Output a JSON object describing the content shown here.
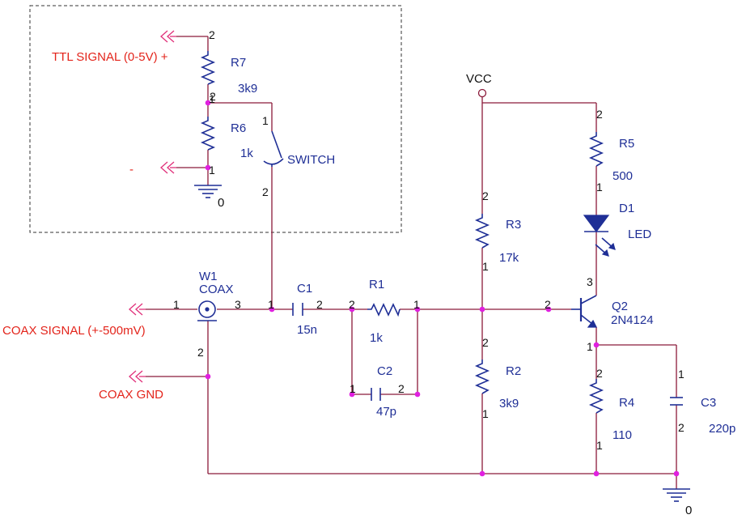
{
  "colors": {
    "wire": "#8b1a3a",
    "component": "#1f2f96",
    "signal_label": "#e3241b",
    "junction": "#e020e0"
  },
  "signals": {
    "ttl": "TTL SIGNAL (0-5V) +",
    "minus": "-",
    "coax": "COAX SIGNAL (+-500mV)",
    "coax_gnd": "COAX GND"
  },
  "power": {
    "vcc": "VCC",
    "gnd": "0"
  },
  "components": {
    "r7": {
      "ref": "R7",
      "value": "3k9",
      "pins": [
        "2",
        "1"
      ]
    },
    "r6": {
      "ref": "R6",
      "value": "1k",
      "pins": [
        "2",
        "1"
      ]
    },
    "switch": {
      "ref": "SWITCH",
      "pins": [
        "1",
        "2"
      ]
    },
    "w1": {
      "ref": "W1",
      "value": "COAX",
      "pins": [
        "1",
        "3",
        "2"
      ]
    },
    "c1": {
      "ref": "C1",
      "value": "15n",
      "pins": [
        "1",
        "2"
      ]
    },
    "r1": {
      "ref": "R1",
      "value": "1k",
      "pins": [
        "2",
        "1"
      ]
    },
    "c2": {
      "ref": "C2",
      "value": "47p",
      "pins": [
        "1",
        "2"
      ]
    },
    "r3": {
      "ref": "R3",
      "value": "17k",
      "pins": [
        "2",
        "1"
      ]
    },
    "r2": {
      "ref": "R2",
      "value": "3k9",
      "pins": [
        "2",
        "1"
      ]
    },
    "r5": {
      "ref": "R5",
      "value": "500",
      "pins": [
        "2",
        "1"
      ]
    },
    "d1": {
      "ref": "D1",
      "value": "LED"
    },
    "q2": {
      "ref": "Q2",
      "value": "2N4124",
      "pins": [
        "3",
        "2",
        "1"
      ]
    },
    "r4": {
      "ref": "R4",
      "value": "110",
      "pins": [
        "2",
        "1"
      ]
    },
    "c3": {
      "ref": "C3",
      "value": "220p",
      "pins": [
        "1",
        "2"
      ]
    }
  }
}
